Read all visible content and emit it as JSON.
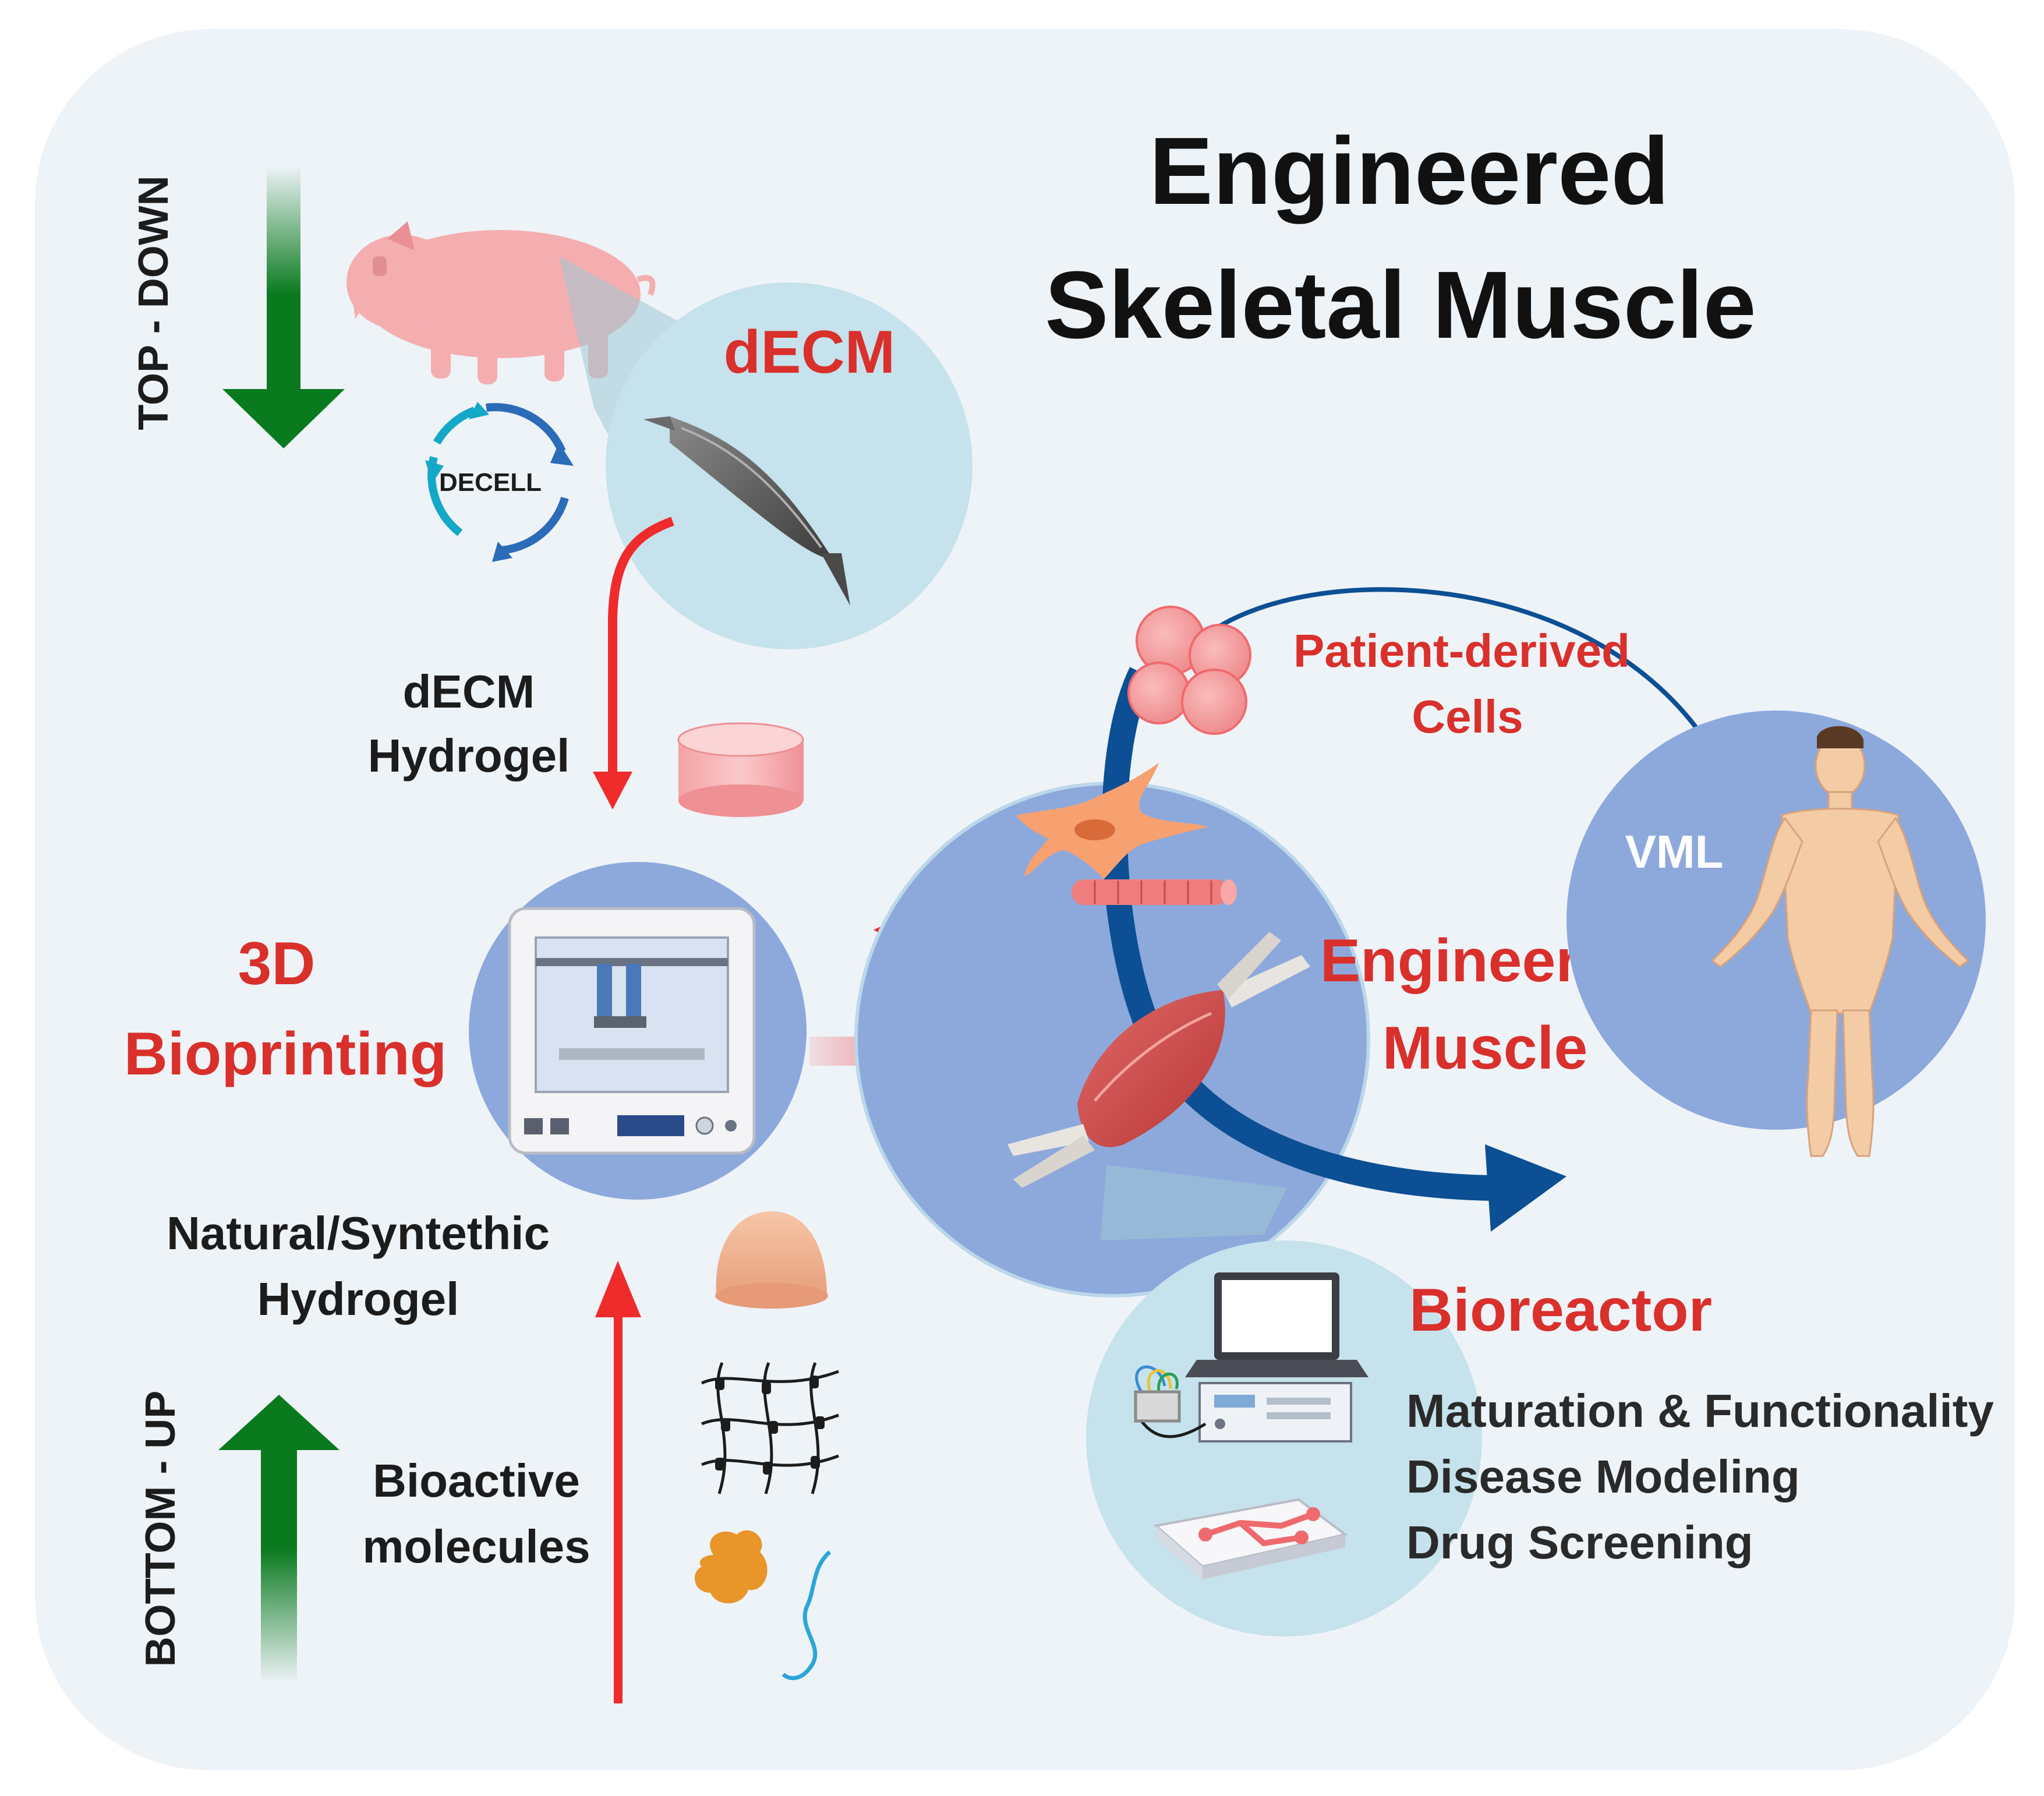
{
  "title": {
    "line1": "Engineered",
    "line2": "Skeletal Muscle"
  },
  "axis_labels": {
    "top_down": "TOP - DOWN",
    "bottom_up": "BOTTOM - UP"
  },
  "decm": {
    "label": "dECM",
    "process": "DECELL",
    "hydrogel_line1": "dECM",
    "hydrogel_line2": "Hydrogel"
  },
  "bioprinting": {
    "line1": "3D",
    "line2": "Bioprinting"
  },
  "natural_hydrogel": {
    "line1": "Natural/Syntethic",
    "line2": "Hydrogel"
  },
  "bioactive": {
    "line1": "Bioactive",
    "line2": "molecules"
  },
  "patient_cells": {
    "line1": "Patient-derived",
    "line2": "Cells"
  },
  "engineered_muscle": {
    "line1": "Engineered",
    "line2": "Muscle"
  },
  "vml": {
    "label": "VML"
  },
  "bioreactor": {
    "title": "Bioreactor",
    "applications": [
      "Maturation & Functionality",
      "Disease Modeling",
      "Drug Screening"
    ]
  },
  "colors": {
    "red_label": "#d9302c",
    "dark_text": "#1c1c1c",
    "green_arrow": "#0a7a1e",
    "red_arrow": "#ef2b2b",
    "navy_arrow": "#0c4f94",
    "panel_bg": "#eef3f8",
    "circle_light": "#c6e2ec",
    "circle_blue": "#8da9dc"
  }
}
